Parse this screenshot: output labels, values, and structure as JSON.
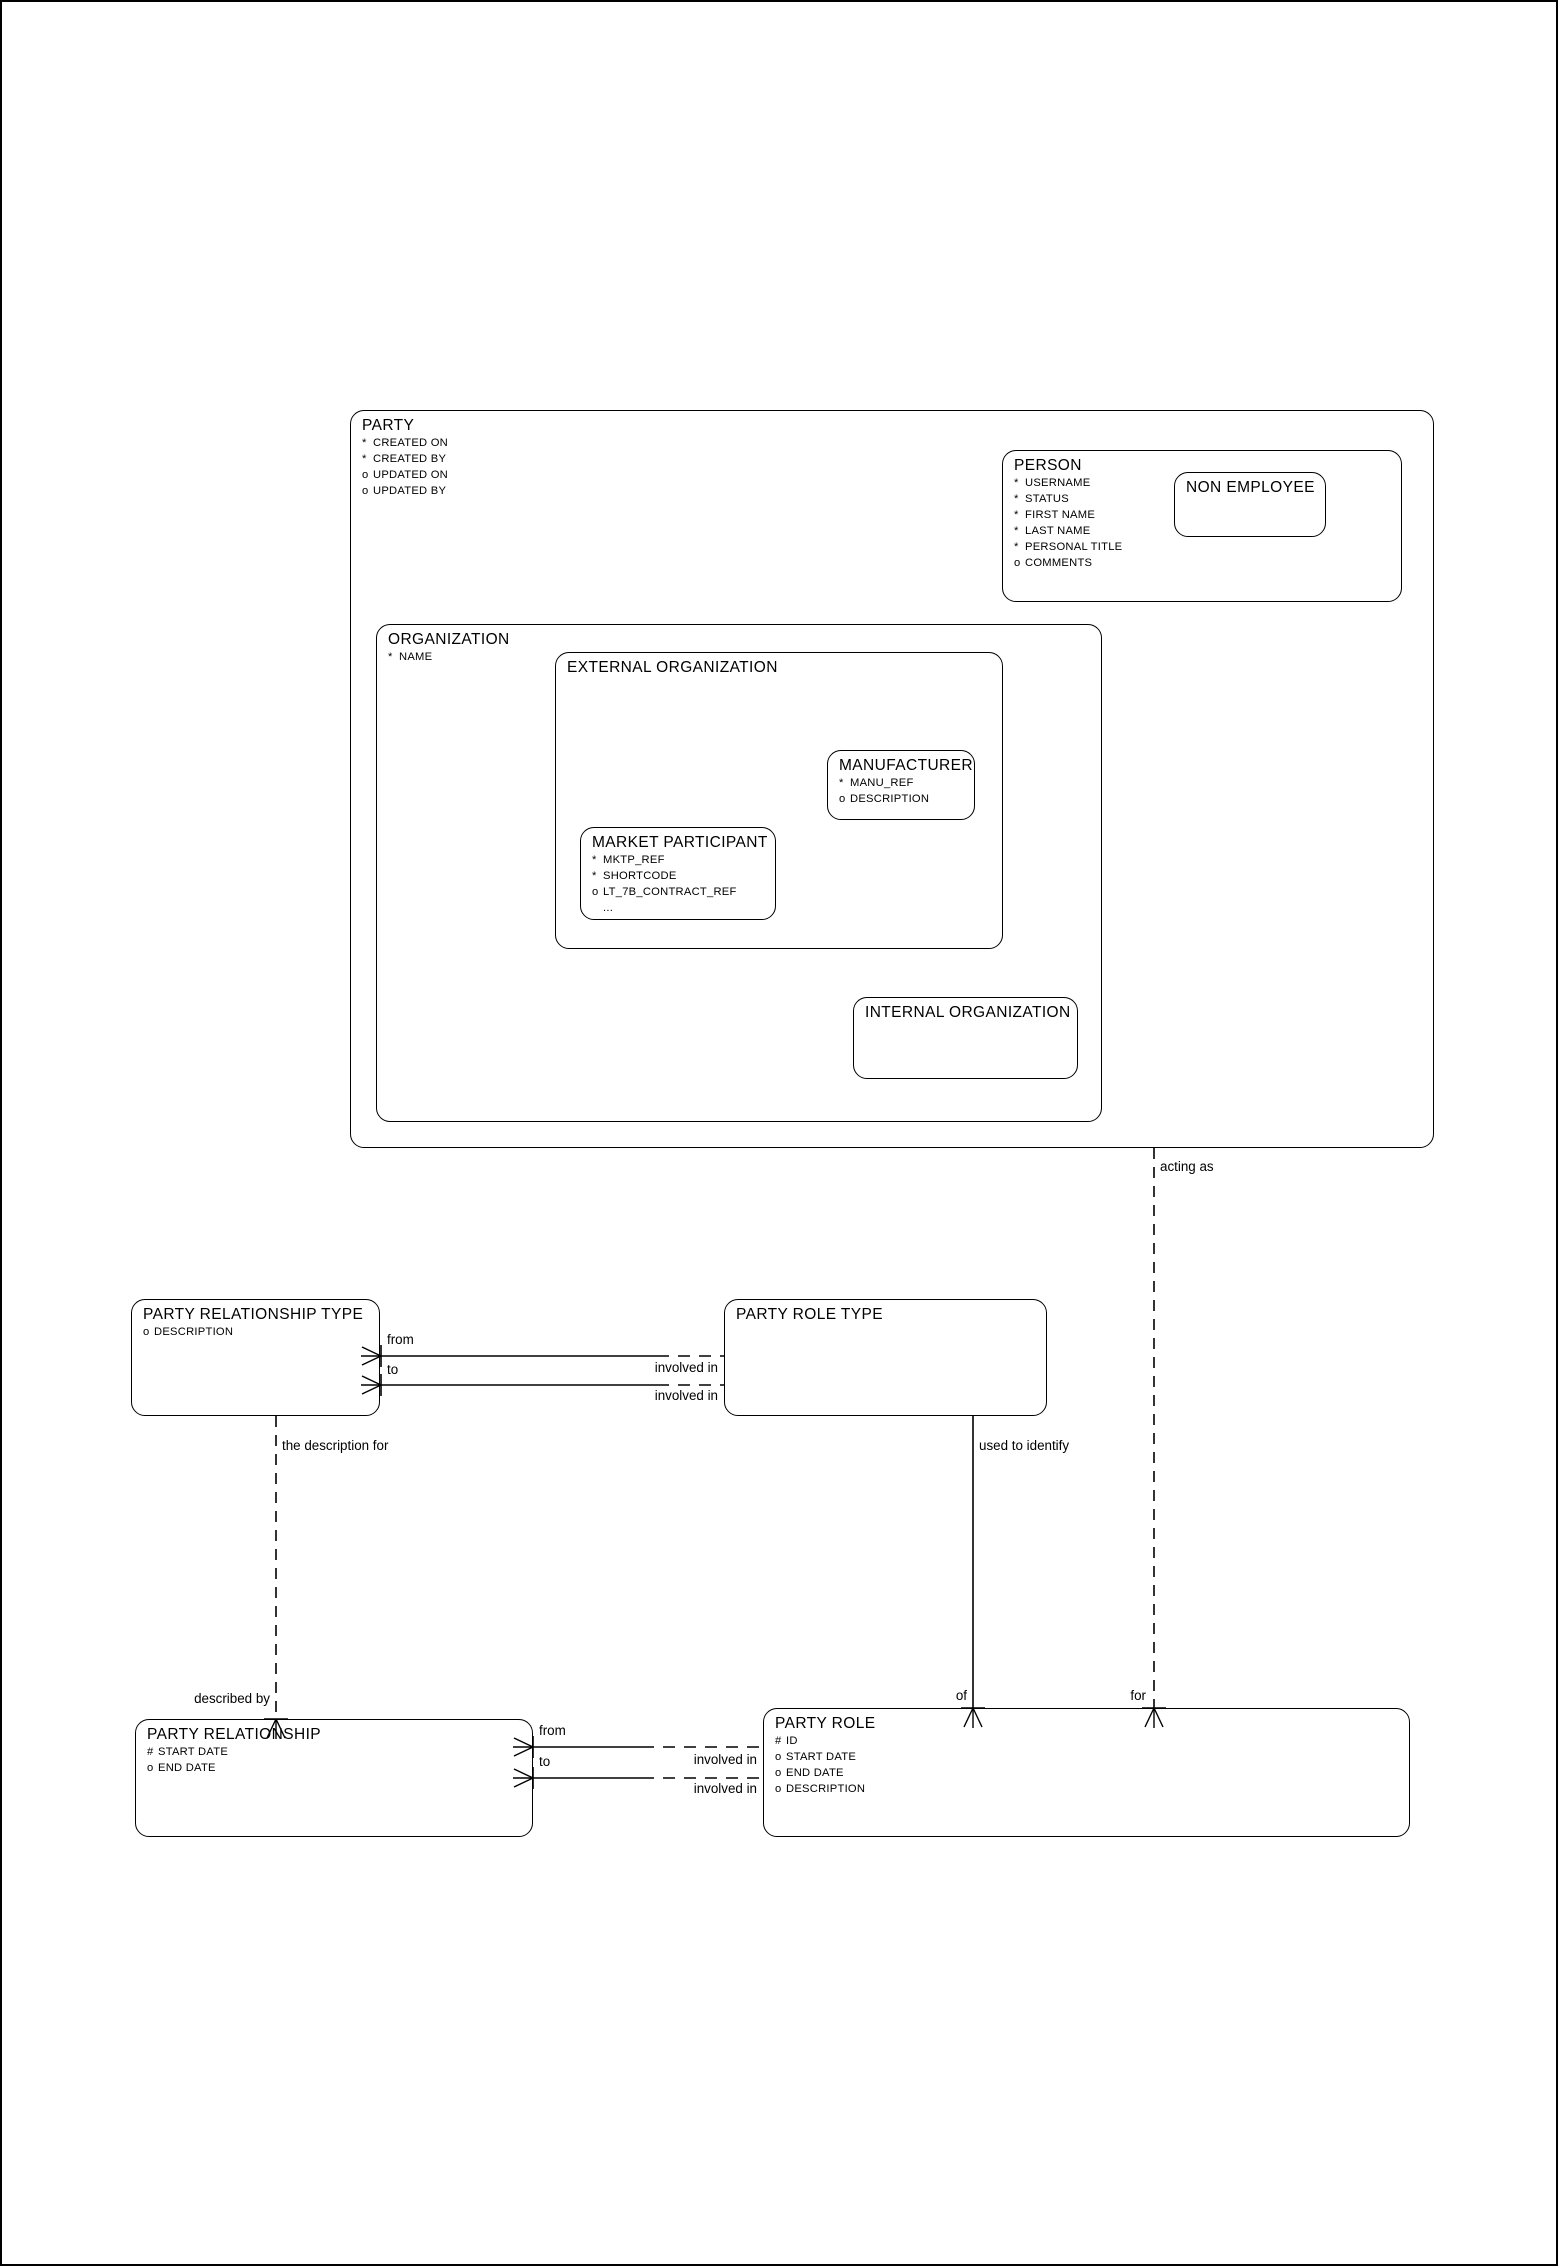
{
  "diagram": {
    "title": "Party Entity Relationship Diagram",
    "notation": "Barker ERD (crow's foot)",
    "background": "#ffffff",
    "line_color": "#000000"
  },
  "entities": [
    {
      "id": "party",
      "name": "PARTY",
      "attributes": [
        {
          "marker": "*",
          "label": "CREATED ON"
        },
        {
          "marker": "*",
          "label": "CREATED BY"
        },
        {
          "marker": "o",
          "label": "UPDATED ON"
        },
        {
          "marker": "o",
          "label": "UPDATED BY"
        }
      ]
    },
    {
      "id": "person",
      "name": "PERSON",
      "attributes": [
        {
          "marker": "*",
          "label": "USERNAME"
        },
        {
          "marker": "*",
          "label": "STATUS"
        },
        {
          "marker": "*",
          "label": "FIRST NAME"
        },
        {
          "marker": "*",
          "label": "LAST NAME"
        },
        {
          "marker": "*",
          "label": "PERSONAL TITLE"
        },
        {
          "marker": "o",
          "label": "COMMENTS"
        }
      ]
    },
    {
      "id": "non_employee",
      "name": "NON EMPLOYEE",
      "attributes": []
    },
    {
      "id": "organization",
      "name": "ORGANIZATION",
      "attributes": [
        {
          "marker": "*",
          "label": "NAME"
        }
      ]
    },
    {
      "id": "external_organization",
      "name": "EXTERNAL ORGANIZATION",
      "attributes": []
    },
    {
      "id": "manufacturer",
      "name": "MANUFACTURER",
      "attributes": [
        {
          "marker": "*",
          "label": "MANU_REF"
        },
        {
          "marker": "o",
          "label": "DESCRIPTION"
        }
      ]
    },
    {
      "id": "market_participant",
      "name": "MARKET PARTICIPANT",
      "attributes": [
        {
          "marker": "*",
          "label": "MKTP_REF"
        },
        {
          "marker": "*",
          "label": "SHORTCODE"
        },
        {
          "marker": "o",
          "label": "LT_7B_CONTRACT_REF"
        },
        {
          "marker": "",
          "label": "..."
        }
      ]
    },
    {
      "id": "internal_organization",
      "name": "INTERNAL ORGANIZATION",
      "attributes": []
    },
    {
      "id": "party_relationship_type",
      "name": "PARTY RELATIONSHIP TYPE",
      "attributes": [
        {
          "marker": "o",
          "label": "DESCRIPTION"
        }
      ]
    },
    {
      "id": "party_role_type",
      "name": "PARTY ROLE TYPE",
      "attributes": []
    },
    {
      "id": "party_relationship",
      "name": "PARTY RELATIONSHIP",
      "attributes": [
        {
          "marker": "#",
          "label": "START DATE"
        },
        {
          "marker": "o",
          "label": "END DATE"
        }
      ]
    },
    {
      "id": "party_role",
      "name": "PARTY ROLE",
      "attributes": [
        {
          "marker": "#",
          "label": "ID"
        },
        {
          "marker": "o",
          "label": "START DATE"
        },
        {
          "marker": "o",
          "label": "END DATE"
        },
        {
          "marker": "o",
          "label": "DESCRIPTION"
        }
      ]
    }
  ],
  "relationship_labels": {
    "acting_as": "acting as",
    "prt_from": "from",
    "prt_to": "to",
    "prt_involved_in_1": "involved in",
    "prt_involved_in_2": "involved in",
    "the_description_for": "the description for",
    "used_to_identify": "used to identify",
    "described_by": "described by",
    "pr_from": "from",
    "pr_to": "to",
    "pr_involved_in_1": "involved in",
    "pr_involved_in_2": "involved in",
    "of": "of",
    "for": "for"
  }
}
